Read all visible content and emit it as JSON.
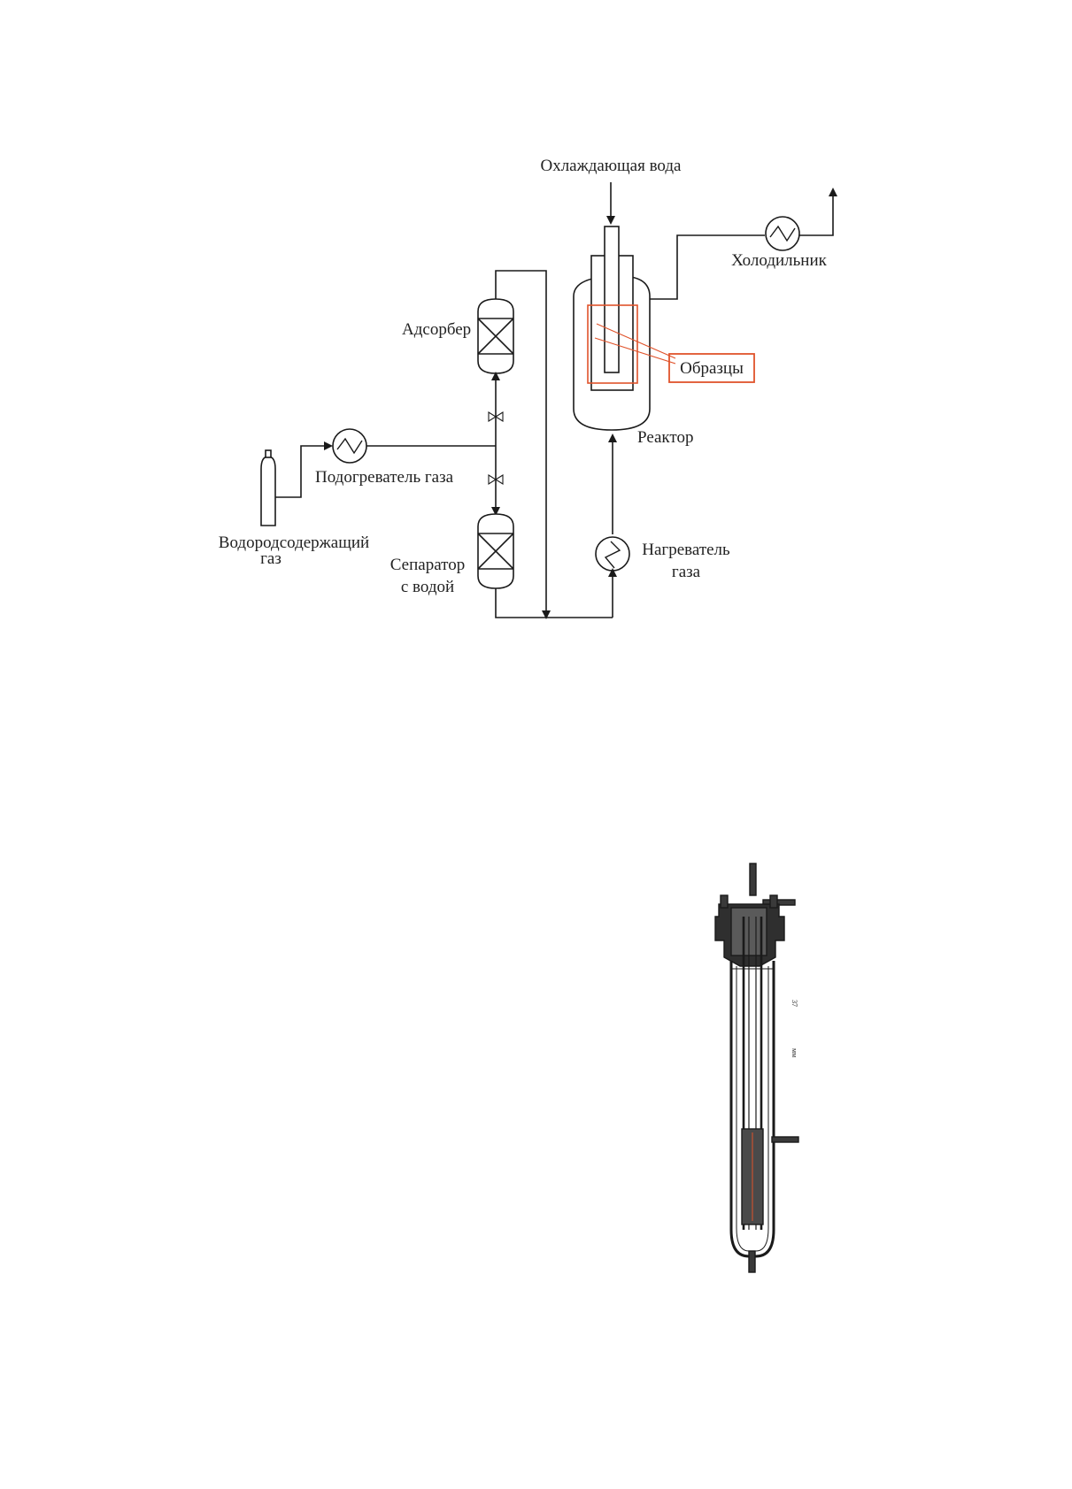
{
  "scheme": {
    "labels": {
      "cooling_water": "Охлаждающая вода",
      "cooler": "Холодильник",
      "adsorber": "Адсорбер",
      "samples": "Образцы",
      "reactor": "Реактор",
      "gas_preheater": "Подогреватель газа",
      "hydrogen_gas_line1": "Водородсодержащий",
      "hydrogen_gas_line2": "газ",
      "separator_line1": "Сепаратор",
      "separator_line2": "с водой",
      "gas_heater_line1": "Нагреватель",
      "gas_heater_line2": "газа"
    },
    "colors": {
      "line": "#1a1a1a",
      "samples_highlight": "#e0532b"
    }
  },
  "drawing": {
    "side_marks": [
      "37",
      "мм"
    ]
  }
}
